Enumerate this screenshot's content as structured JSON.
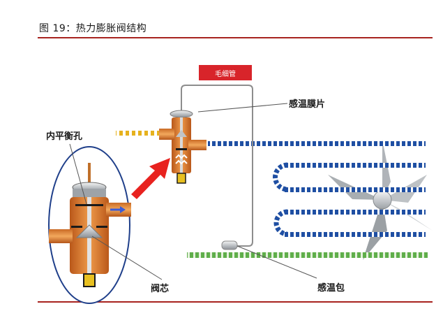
{
  "figure": {
    "caption": "图 19：热力膨胀阀结构"
  },
  "labels": {
    "capillary": "毛细管",
    "diaphragm": "感温膜片",
    "balance_hole": "内平衡孔",
    "valve_core": "阀芯",
    "sensing_bulb": "感温包"
  },
  "colors": {
    "accent_red": "#a8231f",
    "tag_red": "#d8242a",
    "coil_blue": "#1f4fa3",
    "sensor_green": "#5fae4a",
    "valve_orange": "#d9792a"
  }
}
